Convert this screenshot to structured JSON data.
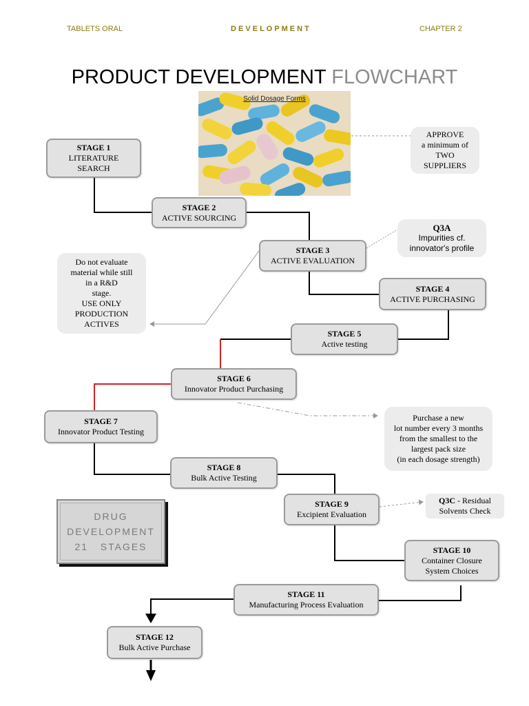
{
  "header": {
    "left": "TABLETS ORAL",
    "center": "D E V E L O P M E N T",
    "right": "CHAPTER 2"
  },
  "title": {
    "main": "PRODUCT DEVELOPMENT ",
    "accent": "FLOWCHART"
  },
  "photo_label": "Solid Dosage Forms",
  "stages": [
    {
      "title": "STAGE 1",
      "lines": [
        "LITERATURE",
        "SEARCH"
      ]
    },
    {
      "title": "STAGE 2",
      "lines": [
        "ACTIVE  SOURCING"
      ]
    },
    {
      "title": "STAGE 3",
      "lines": [
        "ACTIVE  EVALUATION"
      ]
    },
    {
      "title": "STAGE 4",
      "lines": [
        "ACTIVE PURCHASING"
      ]
    },
    {
      "title": "STAGE 5",
      "lines": [
        "Active testing"
      ]
    },
    {
      "title": "STAGE 6",
      "lines": [
        "Innovator Product Purchasing"
      ]
    },
    {
      "title": "STAGE 7",
      "lines": [
        "Innovator Product Testing"
      ]
    },
    {
      "title": "STAGE 8",
      "lines": [
        "Bulk Active Testing"
      ]
    },
    {
      "title": "STAGE 9",
      "lines": [
        "Excipient Evaluation"
      ]
    },
    {
      "title": "STAGE 10",
      "lines": [
        "Container Closure",
        "System Choices"
      ]
    },
    {
      "title": "STAGE 11",
      "lines": [
        "Manufacturing Process Evaluation"
      ]
    },
    {
      "title": "STAGE 12",
      "lines": [
        "Bulk Active Purchase"
      ]
    }
  ],
  "notes": {
    "approve": "APPROVE\na minimum of\nTWO\nSUPPLIERS",
    "q3a_title": "Q3A",
    "q3a_text": "Impurities  cf.\ninnovator's profile",
    "do_not": "Do not evaluate\nmaterial while still\nin a R&D\nstage.\nUSE ONLY\nPRODUCTION\nACTIVES",
    "purchase": "Purchase a new\nlot number every 3 months\nfrom the smallest to the\nlargest pack size\n(in each dosage strength)",
    "q3c_code": "Q3C",
    "q3c_rest": " - Residual",
    "q3c_line2": "Solvents Check"
  },
  "drug_box": {
    "line1": "DRUG",
    "line2": "DEVELOPMENT",
    "line3": "21   STAGES"
  },
  "colors": {
    "connector": "#000000",
    "highlight": "#d42020",
    "stage_fill": "#e2e2e2",
    "stage_border": "#9a9a9a",
    "header_text": "#8a7d10"
  }
}
